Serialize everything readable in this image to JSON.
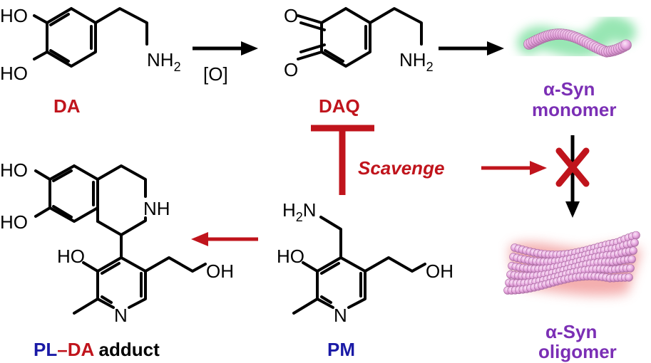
{
  "colors": {
    "red": "#c0141c",
    "blue": "#1a1aa6",
    "purple": "#7b2fb5",
    "black": "#000000",
    "protein_pink": "#e4a8dc",
    "monomer_glow": "#7ee0a0",
    "oligomer_glow": "#f2a0a0"
  },
  "atoms": {
    "ho": "HO",
    "oh": "OH",
    "nh2": "NH",
    "h2n": "H",
    "n_sub_2": "2",
    "o": "O",
    "n": "N",
    "nh": "NH"
  },
  "labels": {
    "da": "DA",
    "daq": "DAQ",
    "oxidation": "[O]",
    "syn_monomer_line1": "α-Syn",
    "syn_monomer_line2": "monomer",
    "syn_oligomer_line1": "α-Syn",
    "syn_oligomer_line2": "oligomer",
    "scavenge": "Scavenge",
    "pm": "PM",
    "adduct_pl": "PL",
    "adduct_dash": "–",
    "adduct_da": "DA",
    "adduct_suffix": " adduct"
  },
  "icons": [
    "arrow-right-icon",
    "inhibition-t-icon",
    "block-x-icon",
    "arrow-down-icon",
    "arrow-left-icon"
  ]
}
